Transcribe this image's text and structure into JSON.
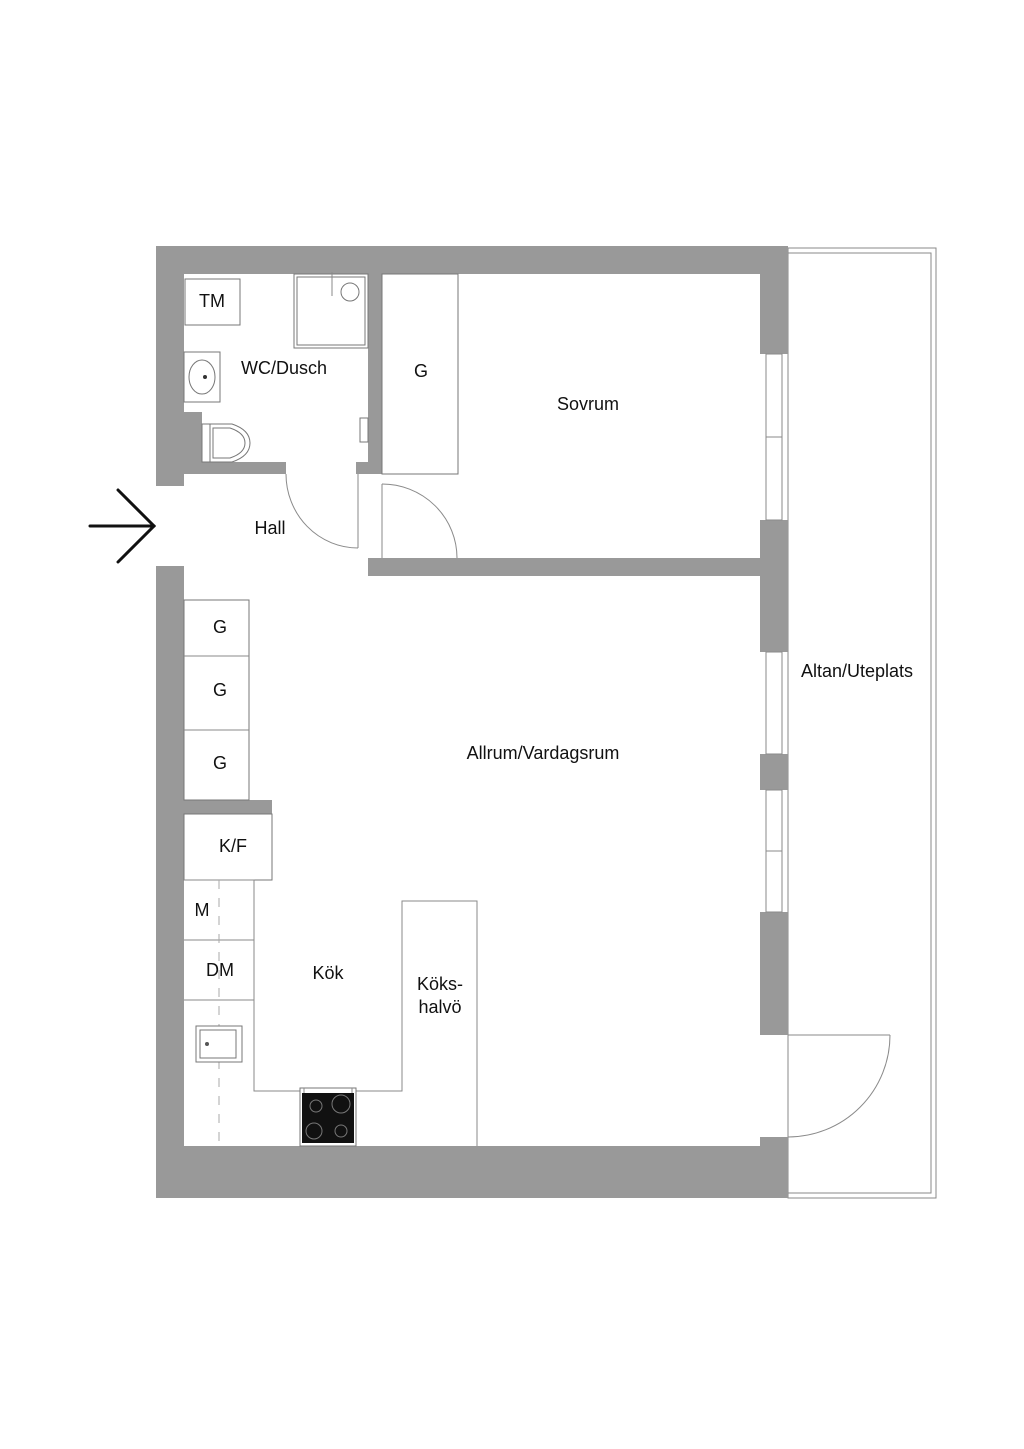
{
  "labels": {
    "wc": "WC/Dusch",
    "tm": "TM",
    "g_bedroom": "G",
    "sovrum": "Sovrum",
    "hall": "Hall",
    "g1": "G",
    "g2": "G",
    "g3": "G",
    "allrum": "Allrum/Vardagsrum",
    "altan": "Altan/Uteplats",
    "kf": "K/F",
    "m": "M",
    "dm": "DM",
    "kok": "Kök",
    "koks_line1": "Köks-",
    "koks_line2": "halvö"
  },
  "colors": {
    "wall": "#999999",
    "line": "#8a8a8a",
    "stove": "#111111"
  }
}
